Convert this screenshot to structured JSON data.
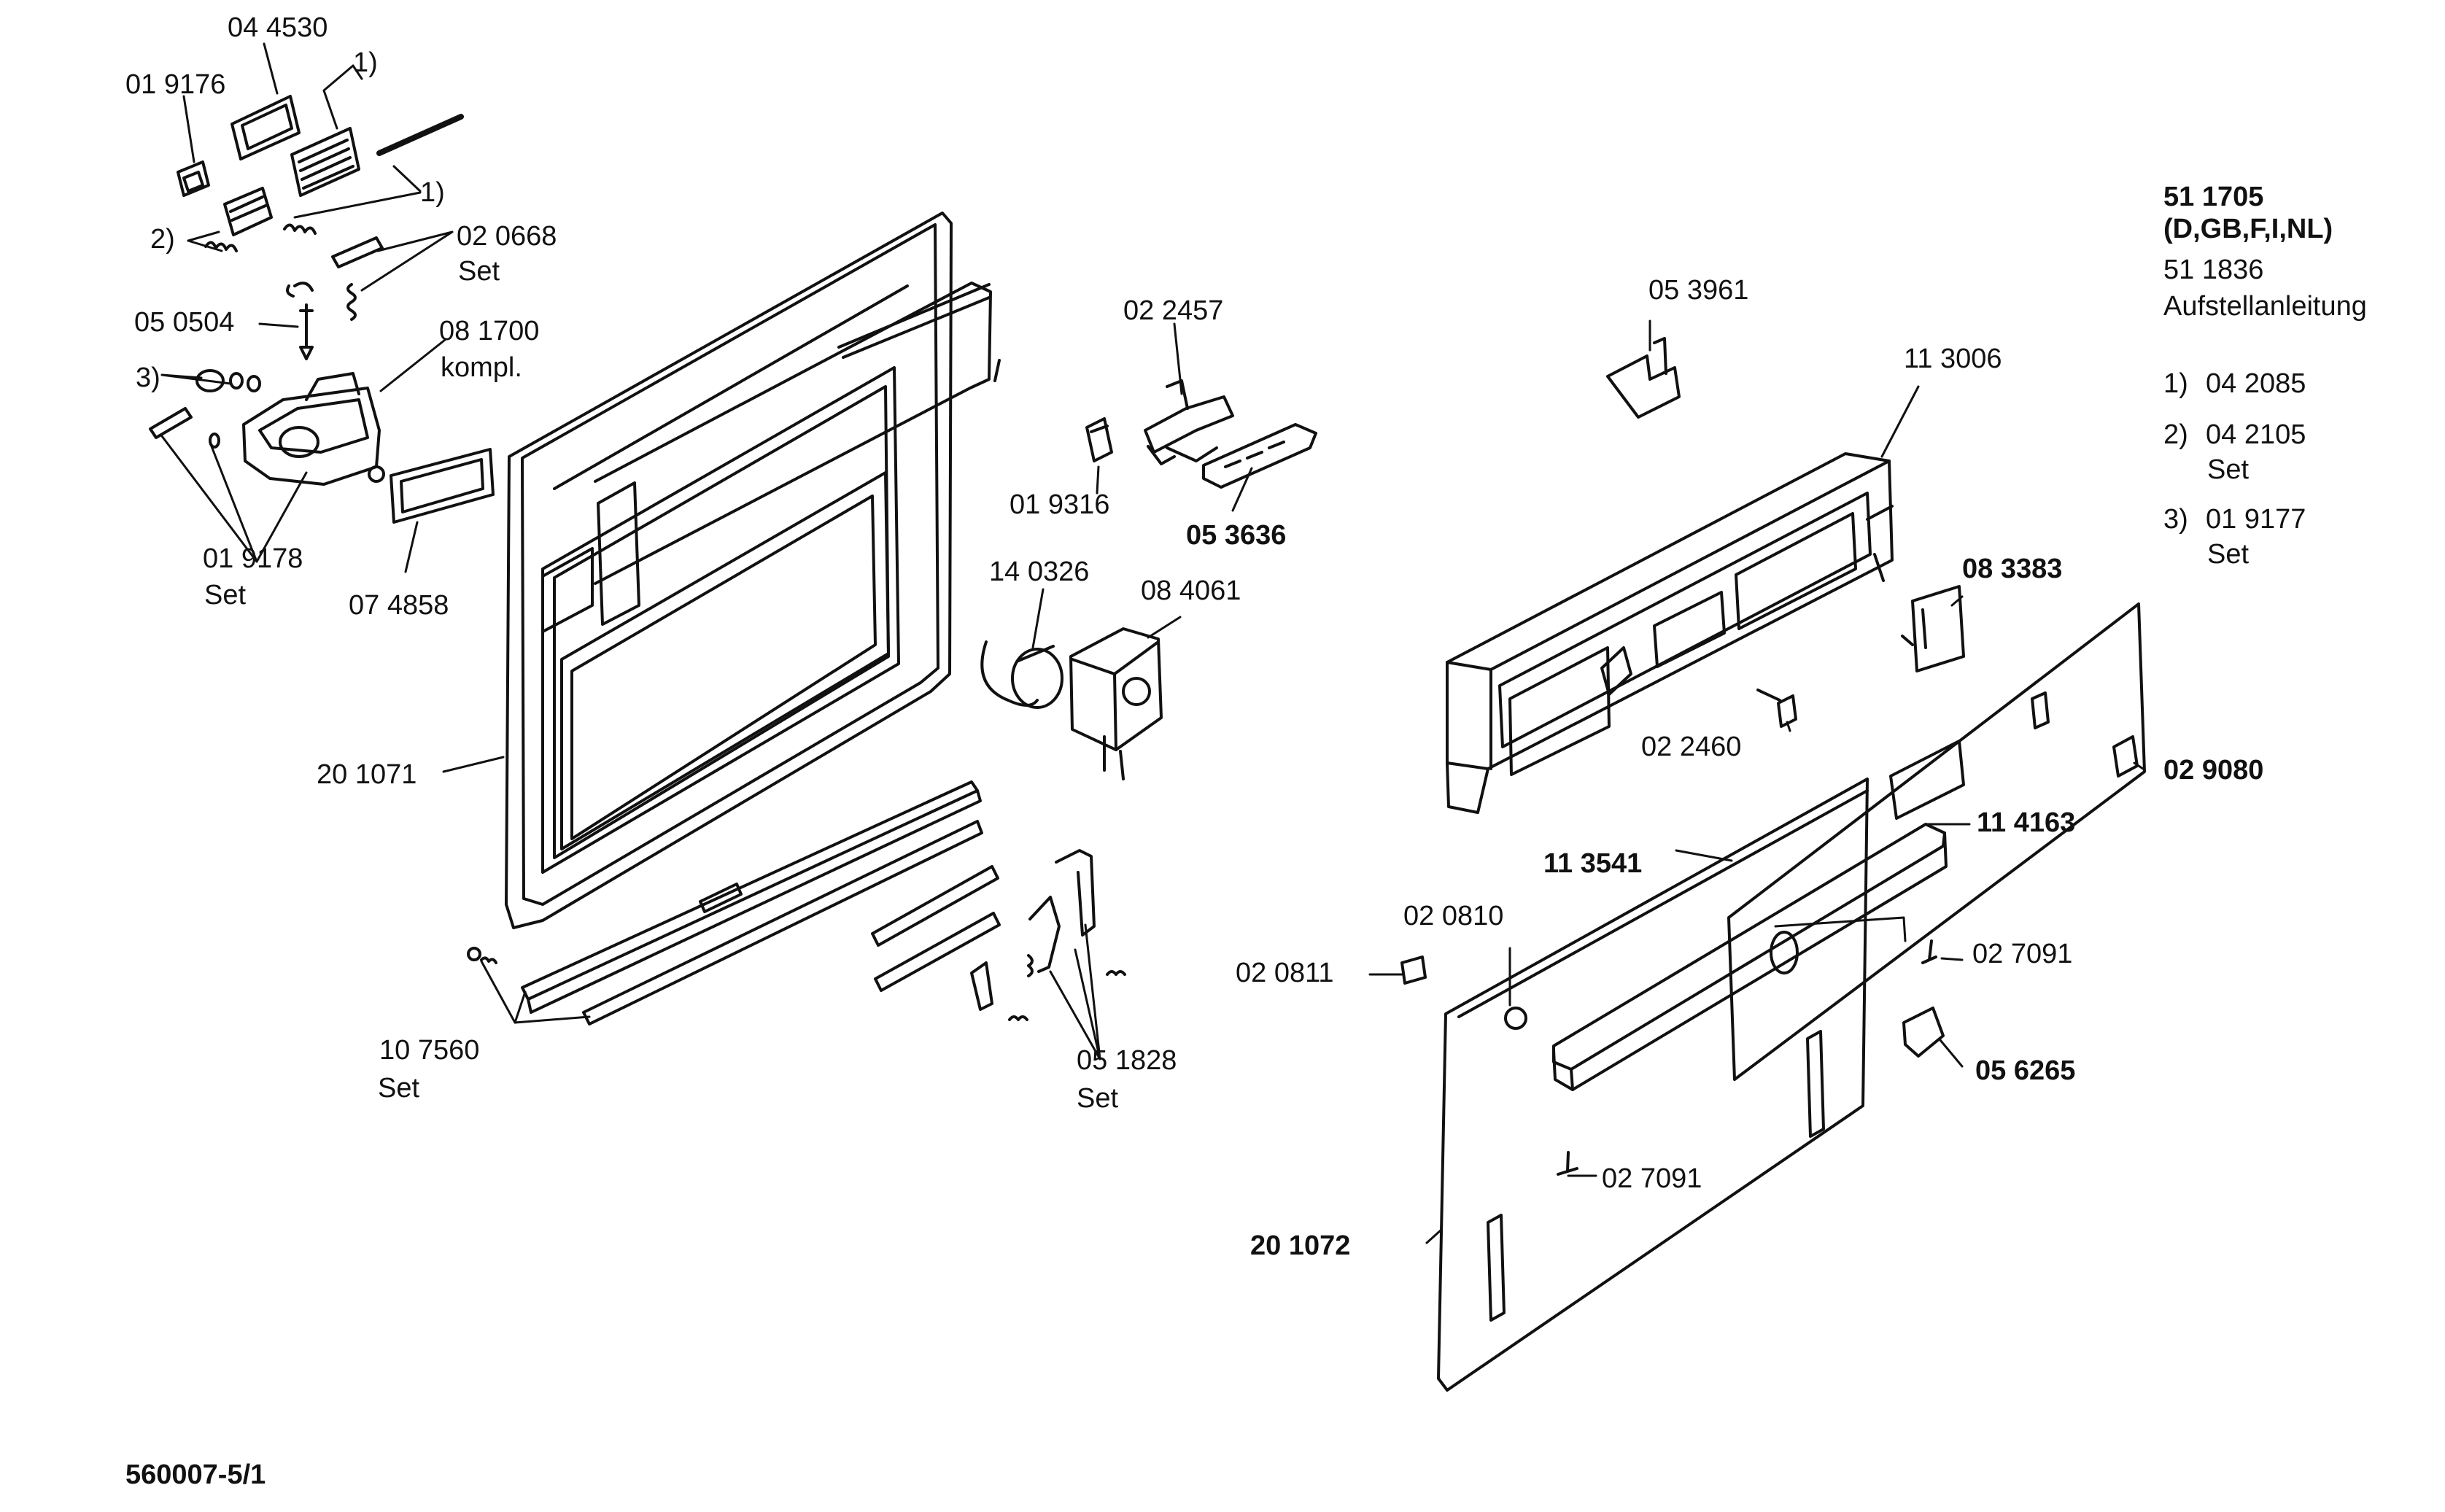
{
  "part_labels": {
    "p044530": "04 4530",
    "p019176": "01 9176",
    "fn1_top": "1)",
    "fn1_mid": "1)",
    "fn2": "2)",
    "p020668": "02 0668",
    "p020668_set": "Set",
    "p050504": "05 0504",
    "p081700": "08 1700",
    "p081700_sub": "kompl.",
    "fn3": "3)",
    "p019178": "01 9178",
    "p019178_set": "Set",
    "p074858": "07 4858",
    "p201071": "20 1071",
    "p107560": "10 7560",
    "p107560_set": "Set",
    "p022457": "02 2457",
    "p019316": "01 9316",
    "p053636": "05 3636",
    "p140326": "14 0326",
    "p084061": "08 4061",
    "p051828": "05 1828",
    "p051828_set": "Set",
    "p053961": "05 3961",
    "p113006": "11 3006",
    "p083383": "08 3383",
    "p022460": "02 2460",
    "p029080": "02 9080",
    "p114163": "11 4163",
    "p113541": "11 3541",
    "p020810": "02 0810",
    "p020811": "02 0811",
    "p027091_a": "02 7091",
    "p056265": "05 6265",
    "p027091_b": "02 7091",
    "p201072": "20 1072"
  },
  "legend": {
    "model": "51 1705",
    "countries": "(D,GB,F,I,NL)",
    "doc_number": "51 1836",
    "doc_title": "Aufstellanleitung",
    "refs": [
      {
        "num": "1)",
        "code": "04 2085",
        "sub": ""
      },
      {
        "num": "2)",
        "code": "04 2105",
        "sub": "Set"
      },
      {
        "num": "3)",
        "code": "01 9177",
        "sub": "Set"
      }
    ]
  },
  "footer": {
    "drawing_id": "560007-5/1"
  }
}
